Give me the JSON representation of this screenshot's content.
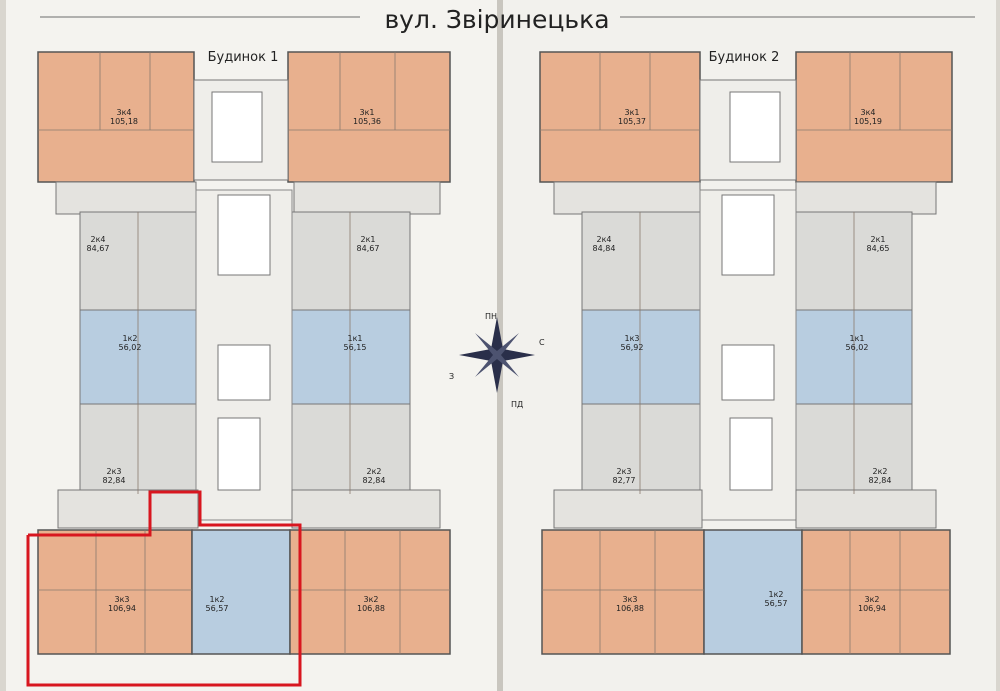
{
  "header": {
    "street": "вул. Звіринецька"
  },
  "buildings": [
    {
      "title": "Будинок 1"
    },
    {
      "title": "Будинок 2"
    }
  ],
  "compass": {
    "n": "ПН",
    "e": "С",
    "s": "ПД",
    "w": "З"
  },
  "colors": {
    "orange": "#e8b08e",
    "blue": "#b8cde0",
    "gray": "#d9d9d6",
    "paper": "#f4f3ef",
    "highlight": "#d8161f"
  },
  "apartments": [
    {
      "id": "b1-nw",
      "type": "3к4",
      "area": "105,18",
      "color": "orange"
    },
    {
      "id": "b1-ne",
      "type": "3к1",
      "area": "105,36",
      "color": "orange"
    },
    {
      "id": "b1-2k-left",
      "type": "2к4",
      "area": "84,67",
      "color": "gray"
    },
    {
      "id": "b1-2k-right",
      "type": "2к1",
      "area": "84,67",
      "color": "gray"
    },
    {
      "id": "b1-1k-left",
      "type": "1к2",
      "area": "56,02",
      "color": "blue"
    },
    {
      "id": "b1-1k-right",
      "type": "1к1",
      "area": "56,15",
      "color": "blue"
    },
    {
      "id": "b1-2k3-left",
      "type": "2к3",
      "area": "82,84",
      "color": "gray"
    },
    {
      "id": "b1-2k2-right",
      "type": "2к2",
      "area": "82,84",
      "color": "gray"
    },
    {
      "id": "b1-sw",
      "type": "3к3",
      "area": "106,94",
      "color": "orange"
    },
    {
      "id": "b1-s1k",
      "type": "1к2",
      "area": "56,57",
      "color": "blue"
    },
    {
      "id": "b1-se",
      "type": "3к2",
      "area": "106,88",
      "color": "orange"
    },
    {
      "id": "b2-nw",
      "type": "3к1",
      "area": "105,37",
      "color": "orange"
    },
    {
      "id": "b2-ne",
      "type": "3к4",
      "area": "105,19",
      "color": "orange"
    },
    {
      "id": "b2-2k-left",
      "type": "2к4",
      "area": "84,84",
      "color": "gray"
    },
    {
      "id": "b2-2k-right",
      "type": "2к1",
      "area": "84,65",
      "color": "gray"
    },
    {
      "id": "b2-1k-left",
      "type": "1к3",
      "area": "56,92",
      "color": "blue"
    },
    {
      "id": "b2-1k-right",
      "type": "1к1",
      "area": "56,02",
      "color": "blue"
    },
    {
      "id": "b2-2k3-left",
      "type": "2к3",
      "area": "82,77",
      "color": "gray"
    },
    {
      "id": "b2-2k2-right",
      "type": "2к2",
      "area": "82,84",
      "color": "gray"
    },
    {
      "id": "b2-sw",
      "type": "3к3",
      "area": "106,88",
      "color": "orange"
    },
    {
      "id": "b2-s1k",
      "type": "1к2",
      "area": "56,57",
      "color": "blue"
    },
    {
      "id": "b2-se",
      "type": "3к2",
      "area": "106,94",
      "color": "orange"
    }
  ]
}
